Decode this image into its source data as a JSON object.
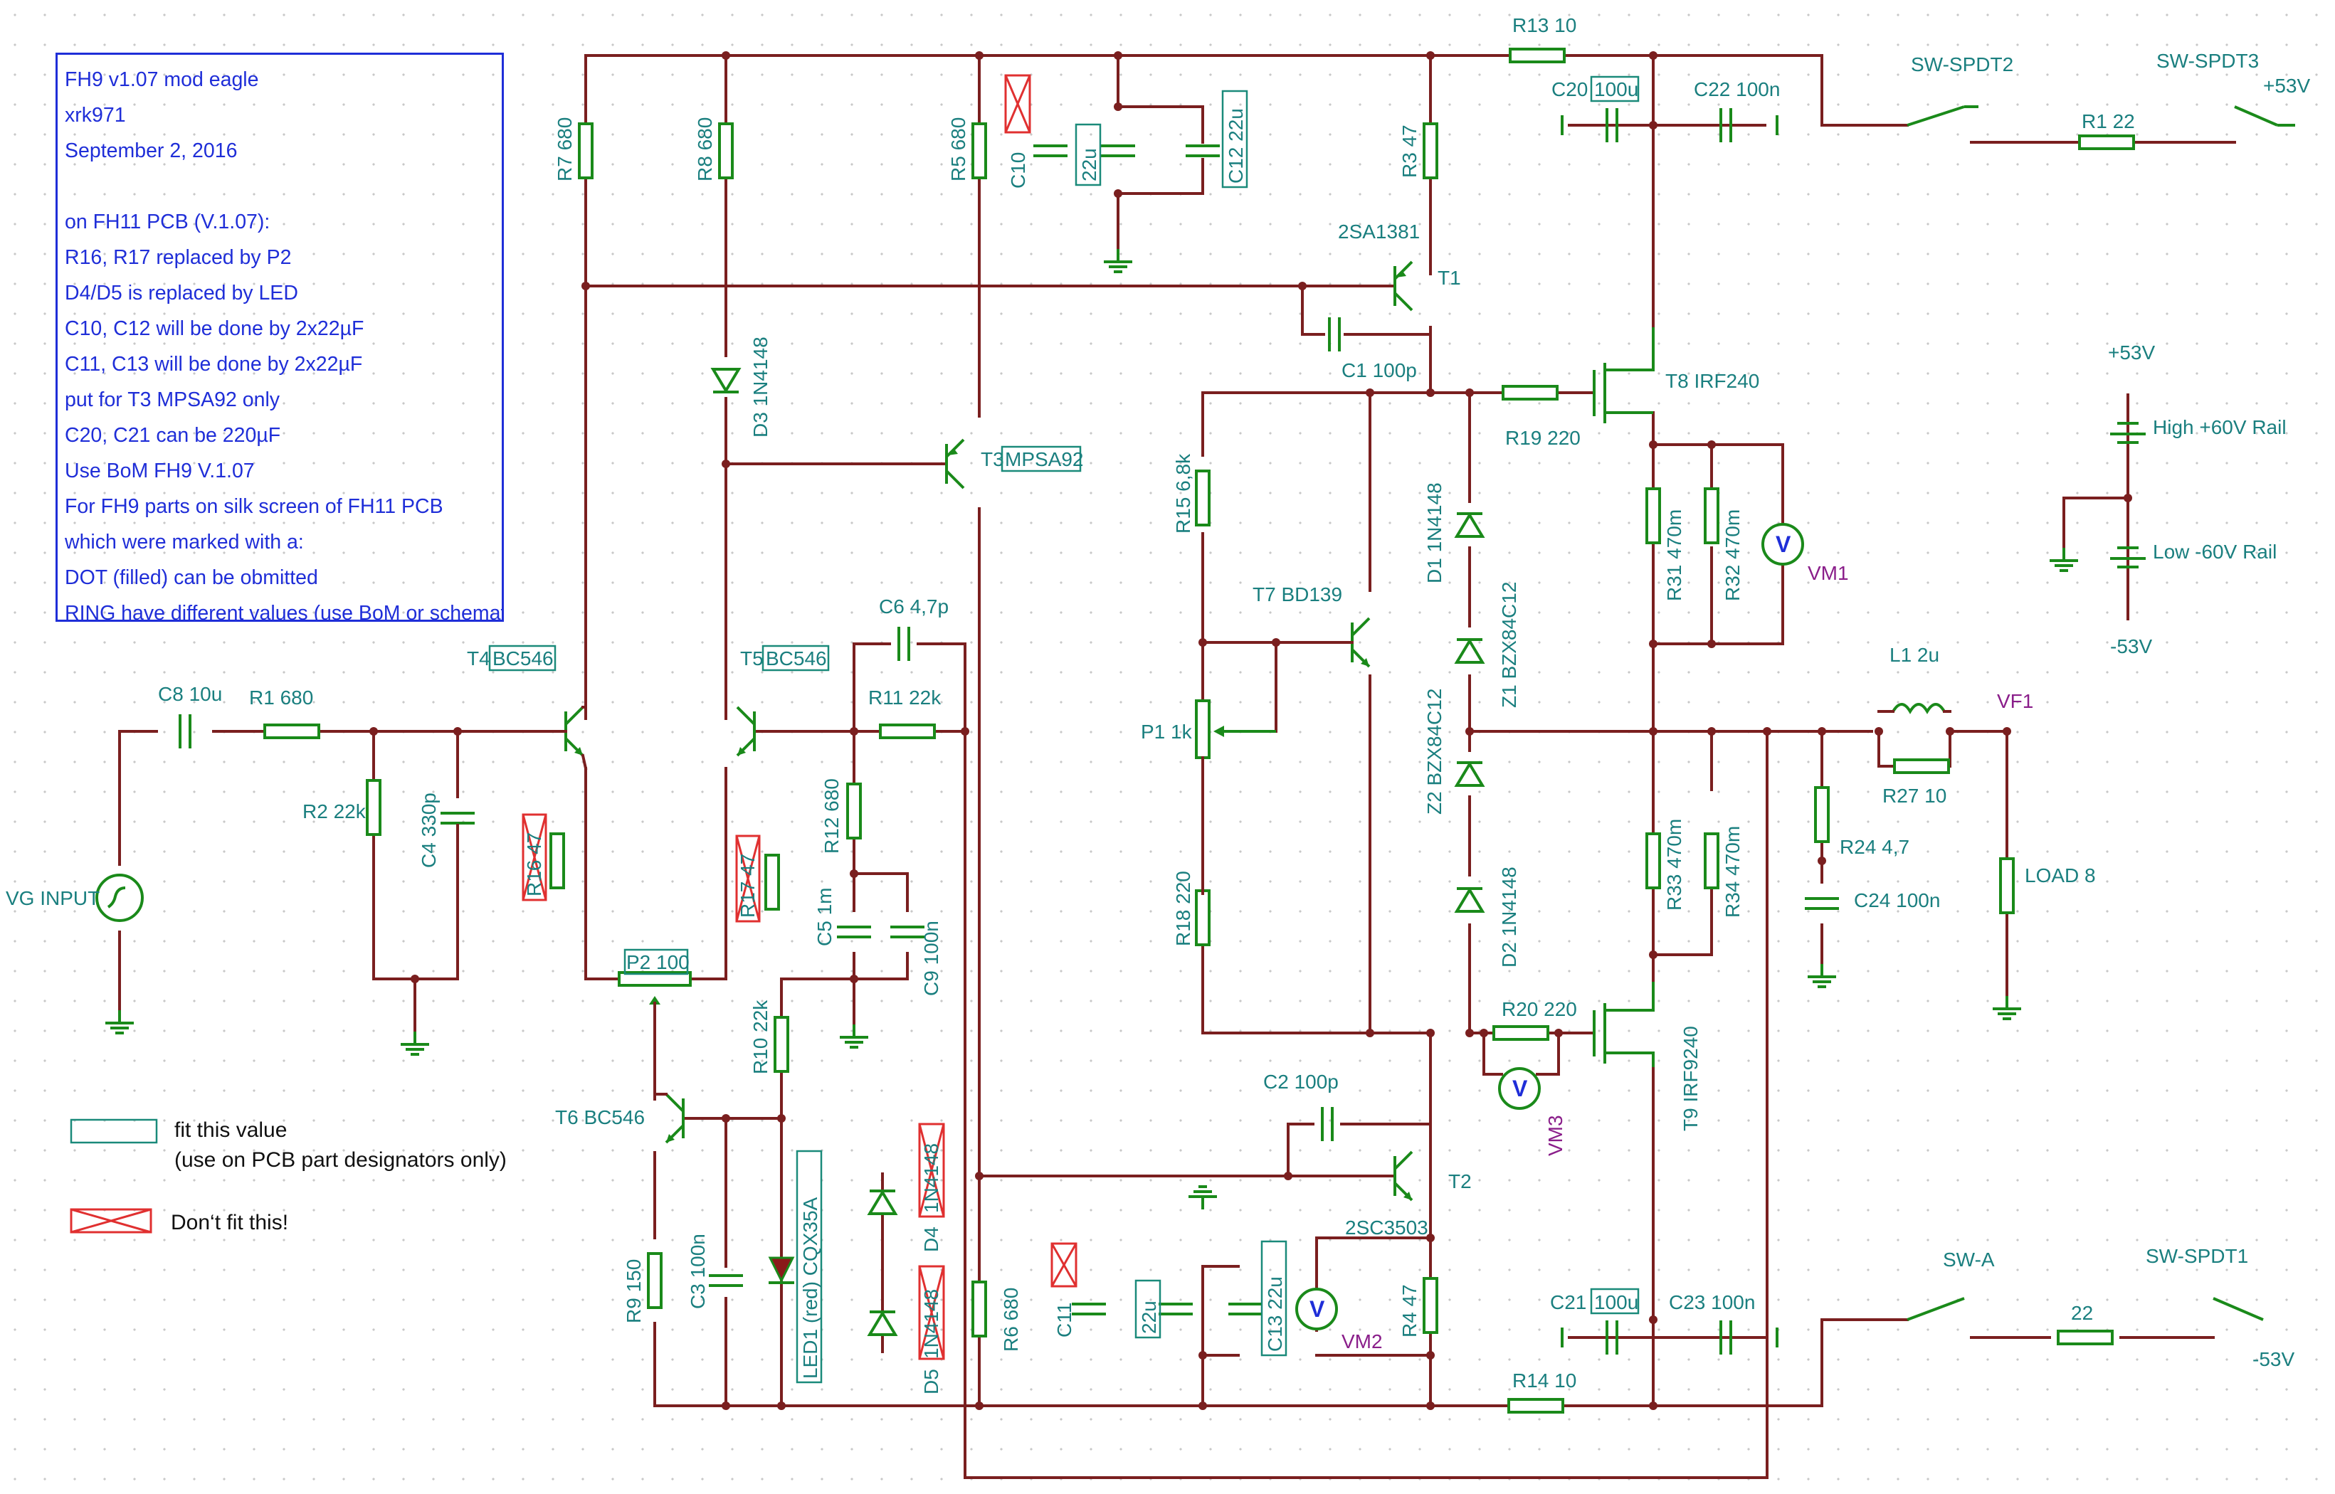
{
  "notes": [
    "FH9 v1.07 mod eagle",
    "xrk971",
    "September 2, 2016",
    "",
    "on FH11 PCB (V.1.07):",
    "R16, R17 replaced by P2",
    "D4/D5 is replaced by LED",
    "C10, C12 will be done by 2x22µF",
    "C11, C13 will be done by 2x22µF",
    "put for T3 MPSA92 only",
    "C20, C21 can be 220µF",
    "Use BoM FH9 V.1.07",
    "For FH9 parts on silk screen of FH11 PCB",
    "which were marked with a:",
    "DOT (filled) can be obmitted",
    "RING have different values (use BoM or schematic)"
  ],
  "legend": {
    "fit_line1": "fit this value",
    "fit_line2": "(use on PCB part designators only)",
    "dont_fit": "Don‘t fit this!"
  },
  "labels": {
    "r13": "R13 10",
    "r14": "R14 10",
    "c20": "C20",
    "c20v": "100u",
    "c22": "C22 100n",
    "c21": "C21",
    "c21v": "100u",
    "c23": "C23 100n",
    "sw_spdt2": "SW-SPDT2",
    "sw_spdt3": "SW-SPDT3",
    "sw_a": "SW-A",
    "sw_spdt1": "SW-SPDT1",
    "r1_22": "R1 22",
    "r_22": "22",
    "p53a": "+53V",
    "m53a": "-53V",
    "p53b": "+53V",
    "m53b": "-53V",
    "high_rail": "High +60V Rail",
    "low_rail": "Low -60V Rail",
    "r7": "R7 680",
    "r8": "R8 680",
    "r5": "R5 680",
    "c10": "C10",
    "c10v": "22u",
    "c12": "C12 22u",
    "r3": "R3 47",
    "t1": "T1",
    "q_2sa1381": "2SA1381",
    "c1": "C1 100p",
    "t8": "T8  IRF240",
    "r19": "R19 220",
    "r31": "R31 470m",
    "r32": "R32 470m",
    "vm1": "VM1",
    "d3": "D3 1N4148",
    "t3": "T3",
    "t3v": "MPSA92",
    "r15": "R15 6,8k",
    "t7": "T7 BD139",
    "d1": "D1 1N4148",
    "z1": "Z1 BZX84C12",
    "z2": "Z2 BZX84C12",
    "d2": "D2 1N4148",
    "p1": "P1 1k",
    "r18": "R18 220",
    "l1": "L1 2u",
    "vf1": "VF1",
    "r27": "R27 10",
    "r24": "R24 4,7",
    "c24": "C24 100n",
    "load": "LOAD 8",
    "r33": "R33 470m",
    "r34": "R34 470m",
    "t4": "T4",
    "t4v": "BC546",
    "t5": "T5",
    "t5v": "BC546",
    "c6": "C6 4,7p",
    "r11": "R11 22k",
    "r12": "R12 680",
    "c5": "C5 1m",
    "c9": "C9 100n",
    "c8": "C8 10u",
    "r1": "R1 680",
    "r2": "R2 22k",
    "c4": "C4 330p",
    "vg": "VG INPUT",
    "r16x": "R16 47",
    "r17x": "R17 47",
    "c10x": "C10",
    "p2": "P2 100",
    "r10": "R10 22k",
    "t6": "T6 BC546",
    "r9": "R9 150",
    "c3": "C3 100n",
    "led1": "LED1 (red) CQX35A",
    "d4": "D4",
    "d4v": "1N4148",
    "d5": "D5",
    "d5v": "1N4148",
    "r6": "R6 680",
    "c11": "C11",
    "c11v": "22u",
    "c13": "C13  22u",
    "vm2": "VM2",
    "r4": "R4 47",
    "t2": "T2",
    "q_2sc3503": "2SC3503",
    "c2": "C2 100p",
    "r20": "R20 220",
    "vm3": "VM3",
    "t9": "T9 IRF9240",
    "v": "V"
  }
}
